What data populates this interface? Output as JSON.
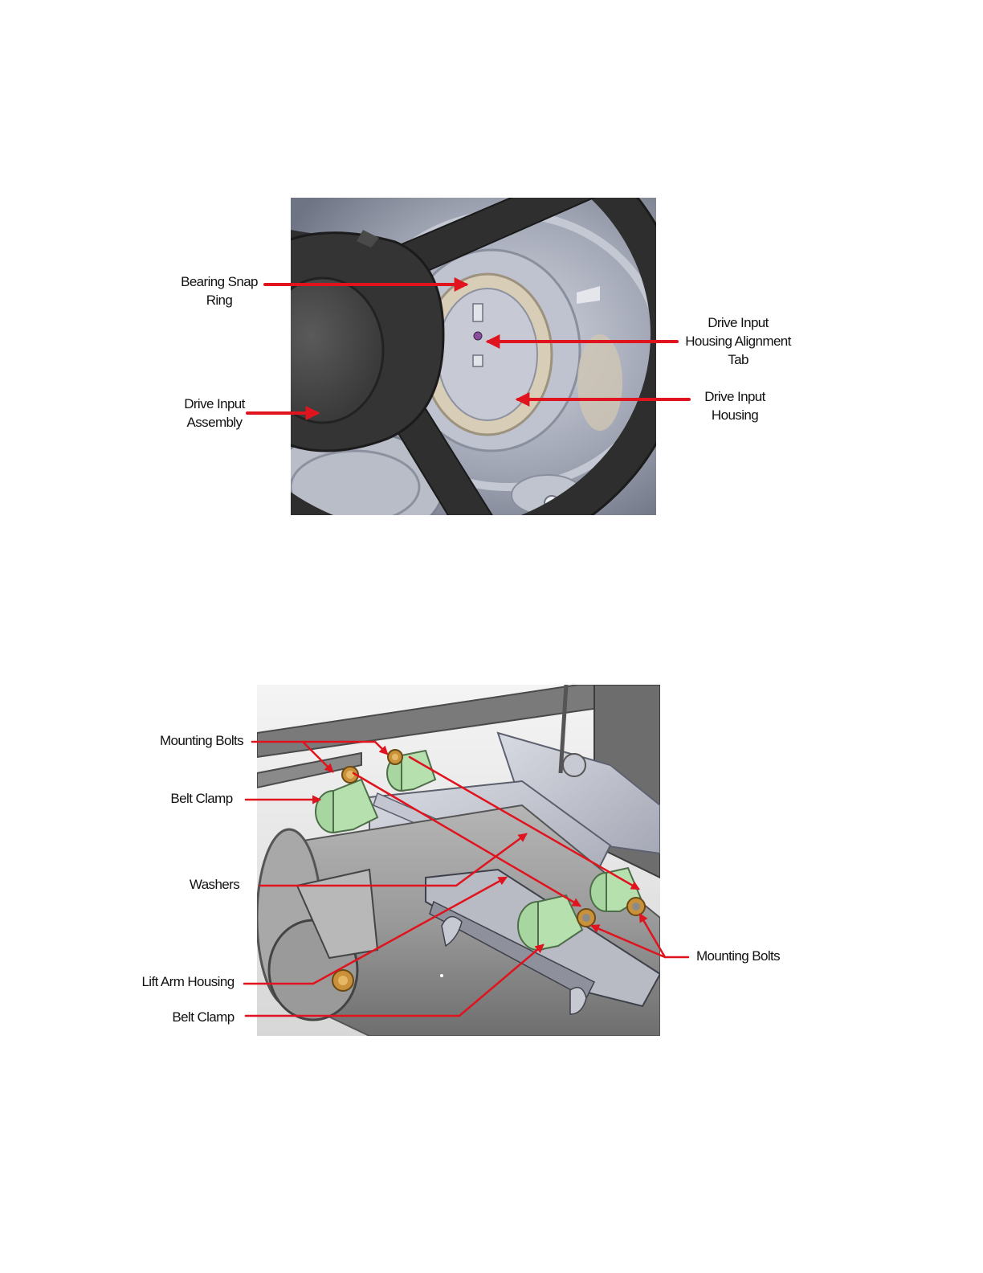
{
  "figure_top": {
    "labels": {
      "bearing_snap_ring": [
        "Bearing Snap",
        "Ring"
      ],
      "drive_input_assembly": [
        "Drive Input",
        "Assembly"
      ],
      "alignment_tab": [
        "Drive Input",
        "Housing Alignment",
        "Tab"
      ],
      "drive_input_housing": [
        "Drive Input",
        "Housing"
      ]
    }
  },
  "figure_bottom": {
    "labels": {
      "mounting_bolts_top": "Mounting Bolts",
      "belt_clamp_top": "Belt Clamp",
      "washers": "Washers",
      "lift_arm_housing": "Lift Arm Housing",
      "belt_clamp_bottom": "Belt Clamp",
      "mounting_bolts_right": "Mounting Bolts"
    }
  },
  "colors": {
    "callout": "#e0141e",
    "wheel": "#2b2b2b",
    "housing": "#a9adbb",
    "clamp": "#a8d6a0",
    "bolt": "#c9913a"
  }
}
